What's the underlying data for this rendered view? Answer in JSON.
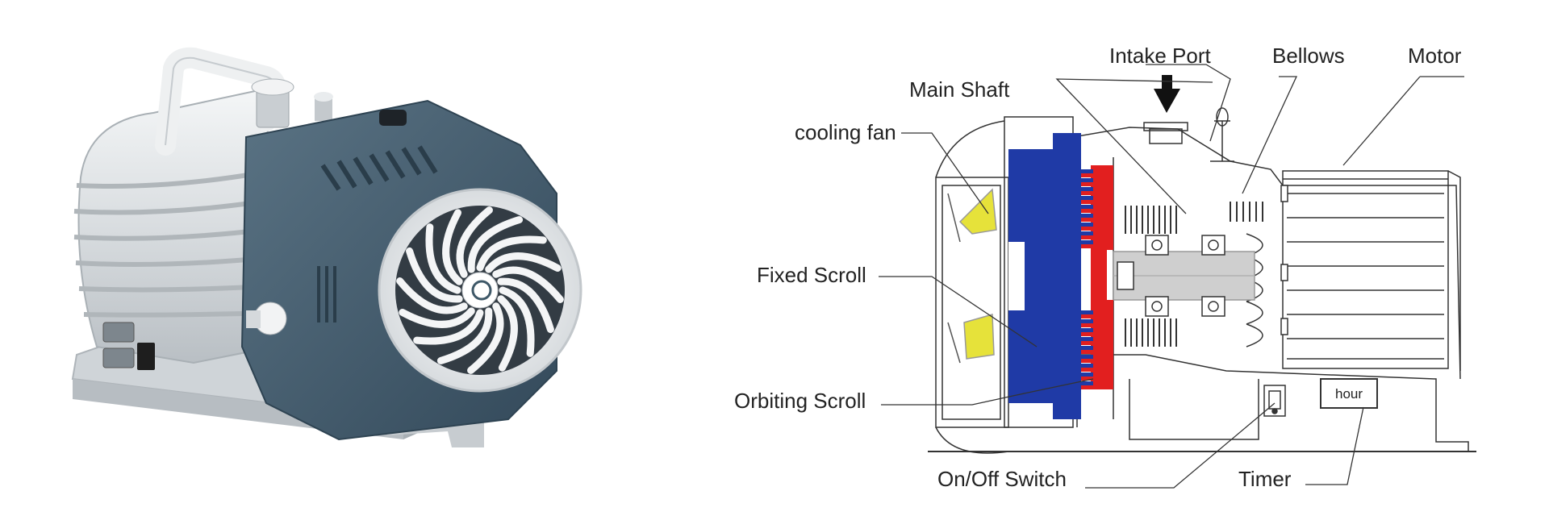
{
  "labels": {
    "intake_port": "Intake Port",
    "bellows": "Bellows",
    "motor": "Motor",
    "main_shaft": "Main Shaft",
    "cooling_fan": "cooling fan",
    "fixed_scroll": "Fixed Scroll",
    "orbiting_scroll": "Orbiting Scroll",
    "on_off_switch": "On/Off Switch",
    "timer": "Timer",
    "timer_display": "hour"
  },
  "colors": {
    "fixed_scroll": "#1f3aa6",
    "orbiting_scroll": "#e21f1f",
    "cooling_fan": "#e6e23a",
    "shaft": "#cfcfcf",
    "housing_blue": "#3e5868",
    "body_silver": "#dfe3e6",
    "line": "#333333"
  },
  "icons": {
    "intake_arrow": "arrow-down-icon",
    "photo_fan": "fan-icon",
    "photo_logo": "logo-icon"
  }
}
